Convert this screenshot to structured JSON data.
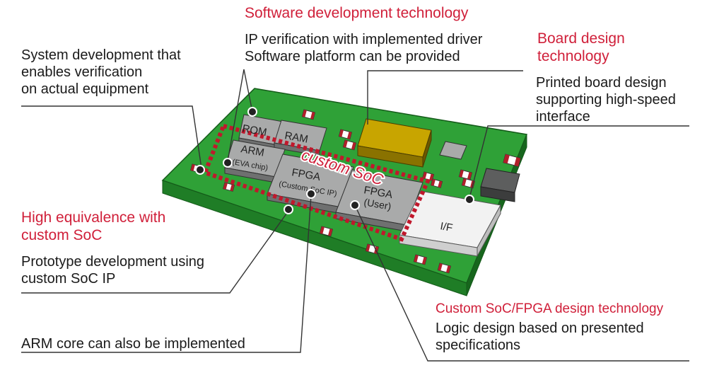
{
  "callouts": {
    "software": {
      "title": "Software development technology",
      "line1": "IP verification with implemented driver",
      "line2": "Software platform can be provided"
    },
    "board": {
      "title1": "Board design",
      "title2": "technology",
      "line1": "Printed board design",
      "line2": "supporting high-speed",
      "line3": "interface"
    },
    "system": {
      "line1": "System development that",
      "line2": "enables verification",
      "line3": "on actual equipment"
    },
    "equivalence": {
      "title1": "High equivalence with",
      "title2": "custom SoC",
      "line1": "Prototype development using",
      "line2": "custom SoC IP"
    },
    "arm_core": {
      "line1": "ARM core can also be implemented"
    },
    "fpga_design": {
      "title": "Custom SoC/FPGA design technology",
      "line1": "Logic design based on presented",
      "line2": "specifications"
    }
  },
  "board_labels": {
    "rom": "ROM",
    "ram": "RAM",
    "arm": "ARM",
    "eva": "(EVA chip)",
    "fpga_soc": "FPGA",
    "fpga_soc_sub": "(Custom SoC IP)",
    "fpga_user": "FPGA",
    "fpga_user_sub": "(User)",
    "if": "I/F",
    "custom_soc": "custom SoC"
  },
  "colors": {
    "pcb_top": "#2fa137",
    "pcb_side": "#1f7d26",
    "chip": "#a9aaaa",
    "gold_chip": "#c8a500",
    "accent_red": "#d0203a",
    "dotted_border": "#c0182c"
  }
}
